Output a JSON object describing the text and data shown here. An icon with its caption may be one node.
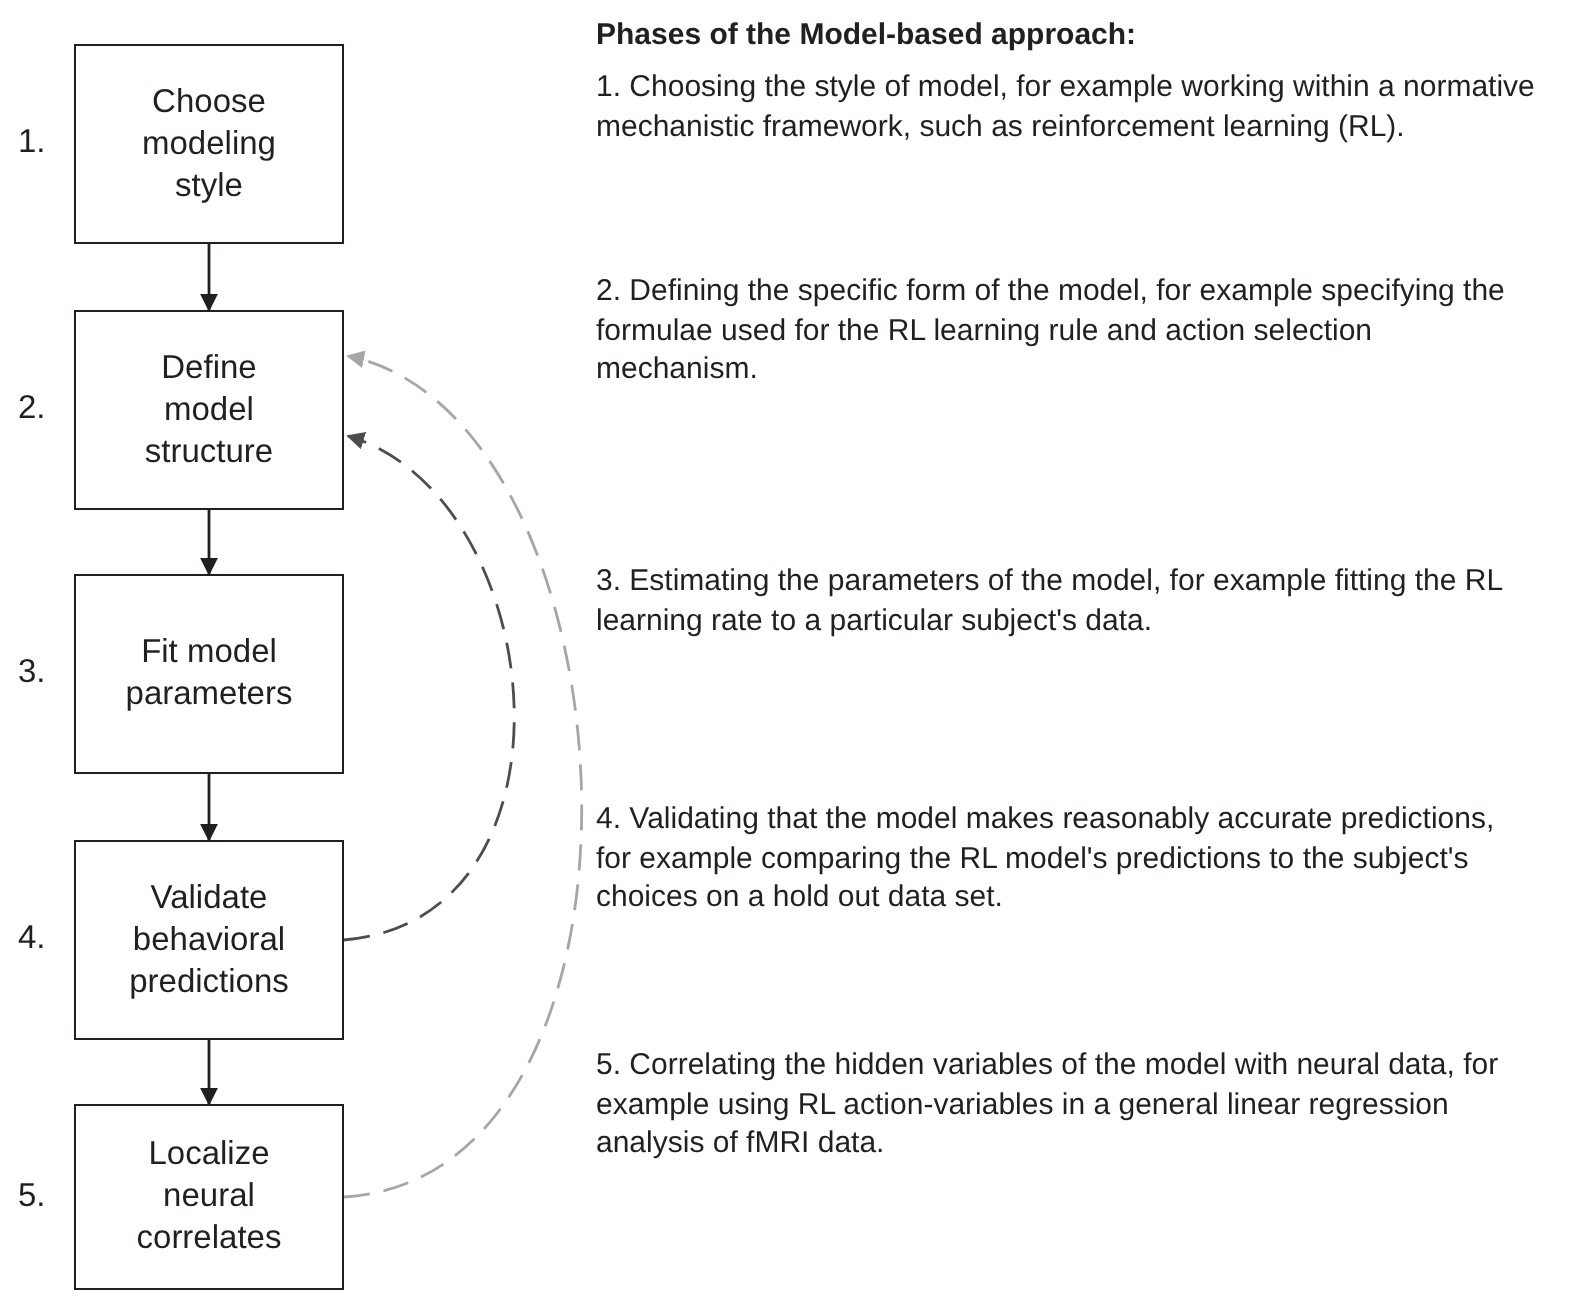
{
  "diagram": {
    "title": "Phases of the Model-based approach:",
    "nodes": [
      {
        "text": [
          "Choose modeling style"
        ],
        "beside": [
          "1."
        ]
      },
      {
        "text": [
          "Define model structure"
        ],
        "beside": [
          "2."
        ]
      },
      {
        "text": [
          "Fit model parameters"
        ],
        "beside": [
          "3."
        ]
      },
      {
        "text": [
          "Validate behavioral predictions"
        ],
        "beside": [
          "4."
        ]
      },
      {
        "text": [
          "Localize neural correlates"
        ],
        "beside": [
          "5."
        ]
      }
    ],
    "edges": [
      {
        "from": 0,
        "to": 1,
        "arrow": "to"
      },
      {
        "from": 1,
        "to": 2,
        "arrow": "to"
      },
      {
        "from": 2,
        "to": 3,
        "arrow": "to"
      },
      {
        "from": 3,
        "to": 4,
        "arrow": "to"
      },
      {
        "from": 3,
        "to": 1,
        "arrow": "to",
        "style": "dashed",
        "color": "#4d4d4d"
      },
      {
        "from": 4,
        "to": 1,
        "arrow": "to",
        "style": "dashed",
        "color": "#a6a6a6"
      }
    ],
    "labels": [
      "1. Choosing the style of model, for example working within a normative mechanistic framework, such as reinforcement learning (RL).",
      "2. Defining the specific form of the model, for example specifying the formulae used for the RL learning rule and action selection mechanism.",
      "3. Estimating the parameters of the model, for example fitting the RL learning rate to a particular subject's data.",
      "4. Validating that the model makes reasonably accurate predictions, for example comparing the RL model's predictions to the subject's choices on a hold out data set.",
      "5. Correlating the hidden variables of the model with neural data, for example using RL action-variables in a general linear regression analysis of fMRI data."
    ]
  }
}
